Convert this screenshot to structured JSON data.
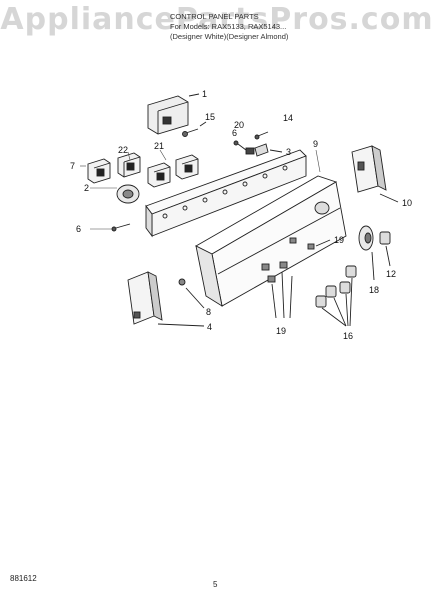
{
  "watermark": "AppliancePartsPros.com",
  "header": {
    "line1": "CONTROL PANEL PARTS",
    "line2": "For Models: RAX5133, RAX5143...",
    "line3": "(Designer White)(Designer Almond)"
  },
  "callouts": {
    "c1": "1",
    "c15": "15",
    "c6a": "6",
    "c20": "20",
    "c14": "14",
    "c3": "3",
    "c9": "9",
    "c7": "7",
    "c22": "22",
    "c21": "21",
    "c2": "2",
    "c10": "10",
    "c6b": "6",
    "c19a": "19",
    "c12": "12",
    "c18": "18",
    "c8": "8",
    "c4": "4",
    "c19b": "19",
    "c16": "16"
  },
  "footer": {
    "code": "881612",
    "page": "5"
  }
}
